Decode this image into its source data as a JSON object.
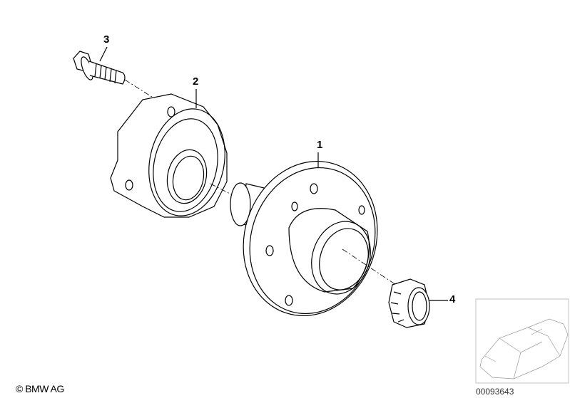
{
  "diagram": {
    "callouts": [
      {
        "number": "1",
        "part": "hub"
      },
      {
        "number": "2",
        "part": "wheel-bearing"
      },
      {
        "number": "3",
        "part": "bolt"
      },
      {
        "number": "4",
        "part": "collar-nut"
      }
    ],
    "copyright": "© BMW AG",
    "document_number": "00093643",
    "line_color": "#000000"
  }
}
